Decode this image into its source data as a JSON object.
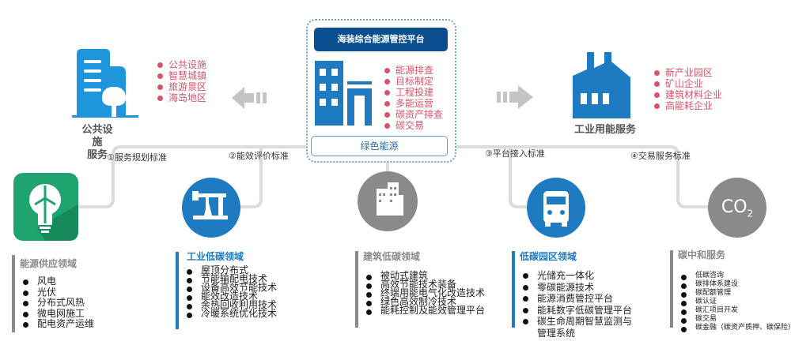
{
  "platform": {
    "title": "海装综合能源管控平台",
    "items": [
      "能源排查",
      "目标制定",
      "工程投建",
      "多能运营",
      "碳资产排查",
      "碳交易"
    ],
    "footer": "绿色能源"
  },
  "public_service": {
    "label_line1": "公共设施",
    "label_line2": "服务",
    "items": [
      "公共设施",
      "智慧城镇",
      "旅游景区",
      "海岛地区"
    ]
  },
  "industrial_service": {
    "label": "工业用能服务",
    "items": [
      "新产业园区",
      "矿山企业",
      "建筑材料企业",
      "高能耗企业"
    ]
  },
  "standards": [
    "①服务规划标准",
    "②能效评价标准",
    "③平台接入标准",
    "④交易服务标准"
  ],
  "co2_label": "CO",
  "co2_sub": "2",
  "sections": [
    {
      "title": "能源供应领域",
      "items": [
        "风电",
        "光伏",
        "分布式风热",
        "微电网施工",
        "配电资产运维"
      ]
    },
    {
      "title": "工业低碳领域",
      "items": [
        "屋顶分布式",
        "节能输配电技术",
        "设备高效节能技术",
        "能效改造技术",
        "余热回收利用技术",
        "冷暖系统优化技术"
      ]
    },
    {
      "title": "建筑低碳领域",
      "items": [
        "被动式建筑",
        "高效节能技术装备",
        "终端用能电气化改造技术",
        "绿色高效制冷技术",
        "能耗控制及能效管理平台"
      ]
    },
    {
      "title": "低碳园区领域",
      "items": [
        "光储充一体化",
        "零碳能源技术",
        "能源消费管控平台",
        "能耗数字低碳管理平台",
        "碳生命周期智慧监测与管理系统"
      ]
    },
    {
      "title": "碳中和服务",
      "items": [
        "低碳咨询",
        "碳排体系建设",
        "碳配额管理",
        "碳认证",
        "碳汇项目开发",
        "碳交易",
        "碳金融（碳资产质押、碳保险）"
      ]
    }
  ],
  "colors": {
    "blue": "#1f7bc1",
    "navy": "#0a4f8f",
    "red": "#d9546a",
    "green": "#1fa36f",
    "gray": "#8a8a8a"
  }
}
